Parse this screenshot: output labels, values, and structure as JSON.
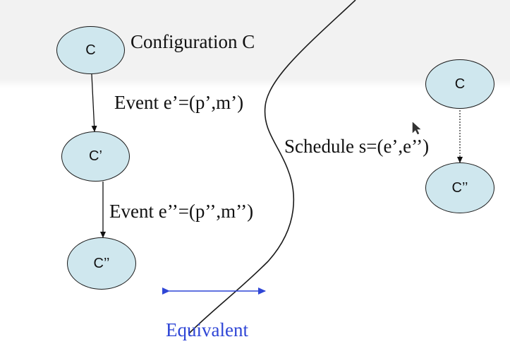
{
  "nodes": {
    "c_top": "C",
    "c_prime": "C’",
    "c_double_prime": "C’’",
    "right_c": "C",
    "right_c_double_prime": "C’’"
  },
  "labels": {
    "configuration": "Configuration C",
    "event1": "Event e’=(p’,m’)",
    "event2": "Event e’’=(p’’,m’’)",
    "schedule": "Schedule s=(e’,e’’)",
    "equivalent": "Equivalent"
  },
  "colors": {
    "node_fill": "#cfe7ee",
    "equivalent_blue": "#2f46d6"
  }
}
